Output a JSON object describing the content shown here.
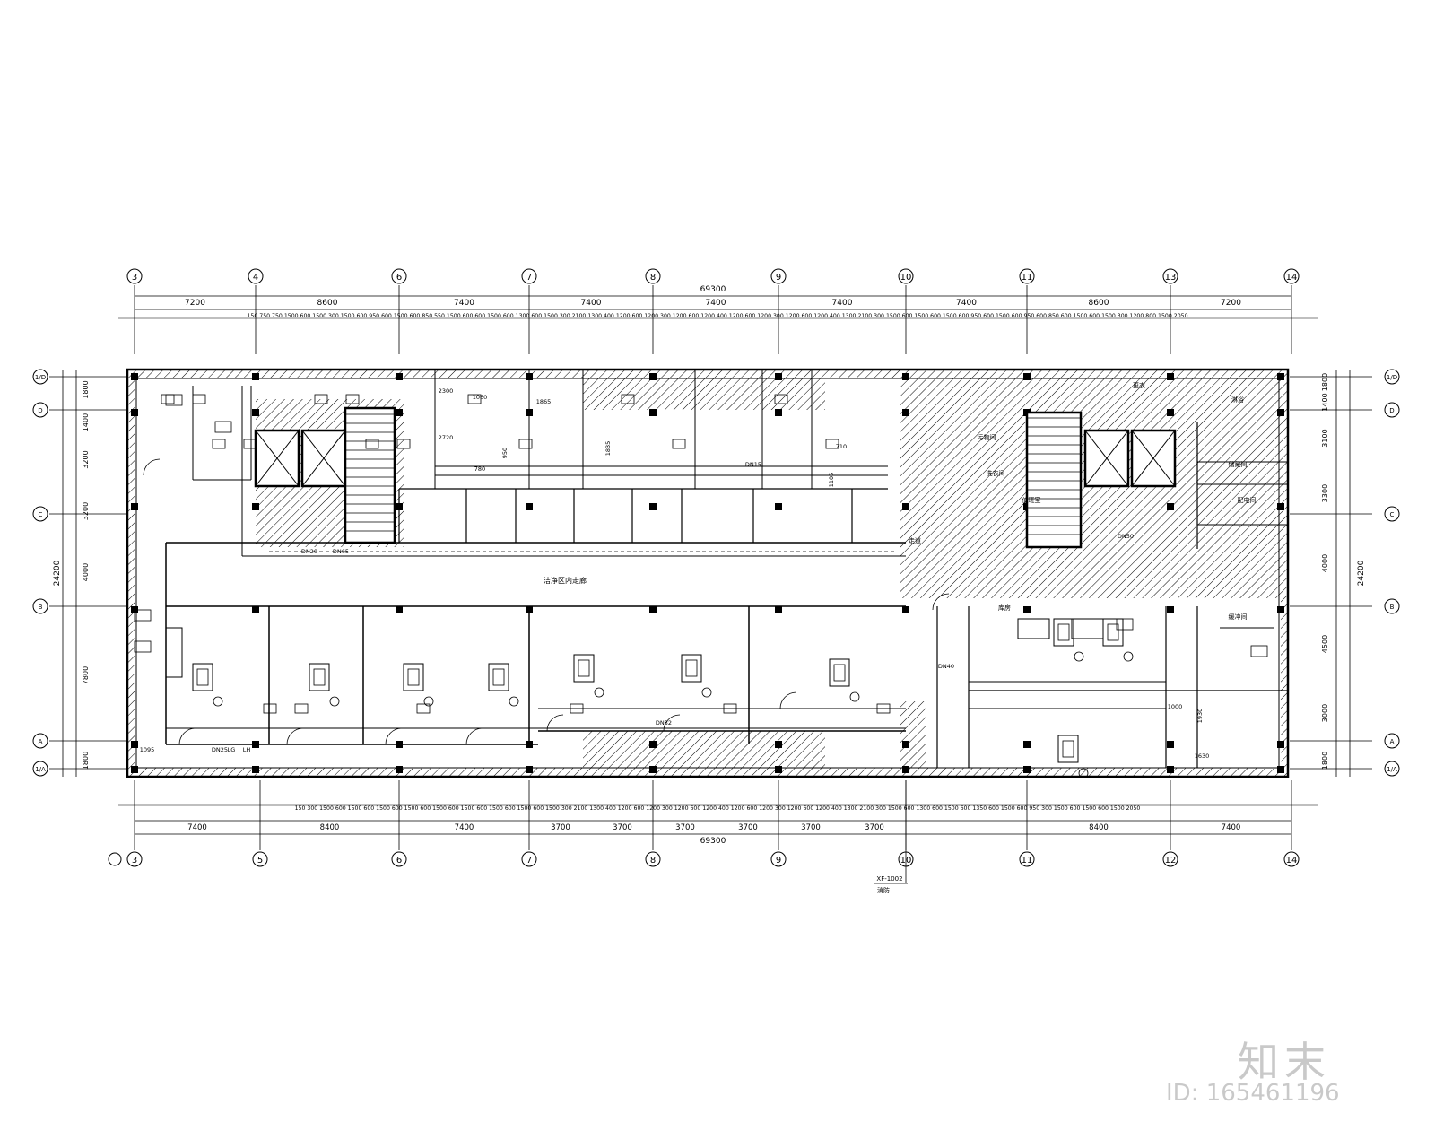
{
  "drawing": {
    "top_axes": [
      "3",
      "4",
      "6",
      "7",
      "8",
      "9",
      "10",
      "11",
      "13",
      "14"
    ],
    "bottom_axes": [
      "3",
      "5",
      "6",
      "7",
      "8",
      "9",
      "10",
      "11",
      "12",
      "14"
    ],
    "row_axes": [
      "1/D",
      "D",
      "C",
      "B",
      "A",
      "1/A"
    ],
    "overall_length": "69300",
    "overall_width": "24200",
    "top_spans": [
      "7200",
      "8600",
      "7400",
      "7400",
      "7400",
      "7400",
      "7400",
      "8600",
      "7200"
    ],
    "bottom_spans": [
      "7400",
      "8400",
      "7400",
      "3700",
      "3700",
      "3700",
      "3700",
      "3700",
      "3700",
      "8400",
      "7400"
    ],
    "left_spans": [
      "1800",
      "1400",
      "3200",
      "3200",
      "4000",
      "7800",
      "1800"
    ],
    "right_spans": [
      "1800",
      "1400",
      "3100",
      "3300",
      "4000",
      "4500",
      "3000",
      "1800"
    ],
    "top_detail": "150 750 750 1500 600 1500 300 1500 600 950 600 1500 600 850 550 1500 600 600 1500 600 1300 600 1500 300 2100 1300 400 1200 600 1200 300 1200 600 1200 400 1200 600 1200 300 1200 600 1200 400 1300 2100 300 1500 600 1500 600 1500 600 950 600 1500 600 950 600 850 600 1500 600 1500 300 1200 800 1500 2050",
    "bottom_detail": "150 300 1500 600 1500 600 1500 600 1500 600 1500 600 1500 600 1500 600 1500 600 1500 300 2100 1300 400 1200 600 1200 300 1200 600 1200 400 1200 600 1200 300 1200 600 1200 400 1300 2100 300 1500 600 1300 600 1500 600 1350 600 1500 600 950 300 1500 600 1500 600 1500 2050",
    "corridor_label": "洁净区内走廊",
    "riser_label": "XF-1002",
    "riser_sub": "消防",
    "room_labels": [
      "污物间",
      "洗衣间",
      "更衣",
      "淋浴",
      "储藏间",
      "配电间",
      "值班室",
      "库房",
      "缓冲间",
      "走道"
    ],
    "pipe_tags": [
      "DN65",
      "DN40",
      "DN32",
      "DN25",
      "DN20",
      "DN15",
      "DN50",
      "LG",
      "LH"
    ],
    "dim_tags": [
      "1865",
      "1835",
      "2300",
      "2720",
      "1105",
      "1095",
      "1060",
      "1930",
      "1630",
      "710",
      "950",
      "780",
      "1000"
    ]
  },
  "watermark": {
    "brand": "知末",
    "id_text": "ID: 165461196"
  }
}
